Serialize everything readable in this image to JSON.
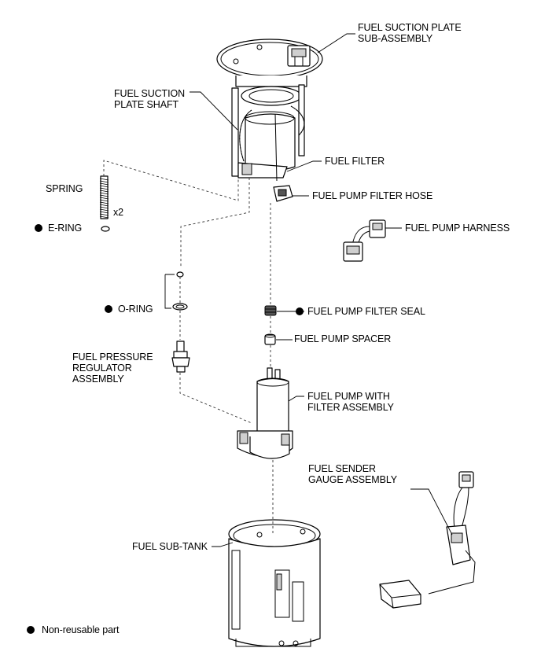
{
  "labels": {
    "fuel_suction_plate_subassembly": "FUEL SUCTION PLATE\nSUB-ASSEMBLY",
    "fuel_suction_plate_shaft": "FUEL SUCTION\nPLATE SHAFT",
    "fuel_filter": "FUEL FILTER",
    "spring": "SPRING",
    "spring_qty": "x2",
    "fuel_pump_filter_hose": "FUEL PUMP FILTER HOSE",
    "e_ring": "E-RING",
    "fuel_pump_harness": "FUEL PUMP HARNESS",
    "o_ring": "O-RING",
    "fuel_pump_filter_seal": "FUEL PUMP FILTER SEAL",
    "fuel_pump_spacer": "FUEL PUMP SPACER",
    "fuel_pressure_regulator_assembly": "FUEL PRESSURE\nREGULATOR\nASSEMBLY",
    "fuel_pump_with_filter_assembly": "FUEL PUMP WITH\nFILTER ASSEMBLY",
    "fuel_sender_gauge_assembly": "FUEL SENDER\nGAUGE ASSEMBLY",
    "fuel_sub_tank": "FUEL SUB-TANK"
  },
  "legend": {
    "non_reusable": "Non-reusable part"
  },
  "colors": {
    "line": "#000000",
    "shade": "#cfcfcf",
    "background": "#ffffff"
  }
}
